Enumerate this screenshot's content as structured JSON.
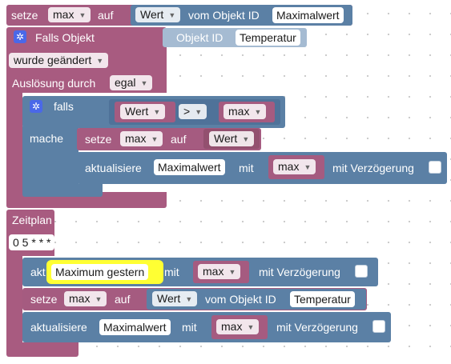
{
  "block1": {
    "setze": "setze",
    "var": "max",
    "auf": "auf",
    "wert": "Wert",
    "vom_objekt": "vom Objekt ID",
    "object": "Maximalwert"
  },
  "trigger": {
    "falls_objekt": "Falls Objekt",
    "object_id_label": "Objekt ID",
    "object_id": "Temperatur",
    "wurde": "wurde geändert",
    "ausloesung": "Auslösung durch",
    "egal": "egal"
  },
  "if_block": {
    "falls": "falls",
    "mache": "mache",
    "wert": "Wert",
    "op": ">",
    "max": "max"
  },
  "set_inner": {
    "setze": "setze",
    "var": "max",
    "auf": "auf",
    "wert": "Wert"
  },
  "update1": {
    "aktualisiere": "aktualisiere",
    "object": "Maximalwert",
    "mit": "mit",
    "var": "max",
    "delay": "mit Verzögerung"
  },
  "schedule": {
    "label": "Zeitplan",
    "cron": "0 5 * * *"
  },
  "update2": {
    "aktualisiere": "akt",
    "object": "Maximum gestern",
    "mit": "mit",
    "var": "max",
    "delay": "mit Verzögerung"
  },
  "set2": {
    "setze": "setze",
    "var": "max",
    "auf": "auf",
    "wert": "Wert",
    "vom_objekt": "vom Objekt ID",
    "object": "Temperatur"
  },
  "update3": {
    "aktualisiere": "aktualisiere",
    "object": "Maximalwert",
    "mit": "mit",
    "var": "max",
    "delay": "mit Verzögerung"
  },
  "colors": {
    "variables": "#a55b80",
    "logic": "#5b80a5",
    "highlight": "#ffff33",
    "gear": "#4a68e8"
  }
}
